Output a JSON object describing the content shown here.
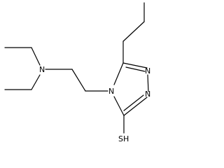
{
  "atoms": {
    "n_amine": "N",
    "n_ring_4": "N",
    "n_ring_2": "N",
    "n_ring_1": "N",
    "thiol": "SH"
  },
  "colors": {
    "bond": "#000000",
    "label": "#000000",
    "background": "#ffffff"
  }
}
